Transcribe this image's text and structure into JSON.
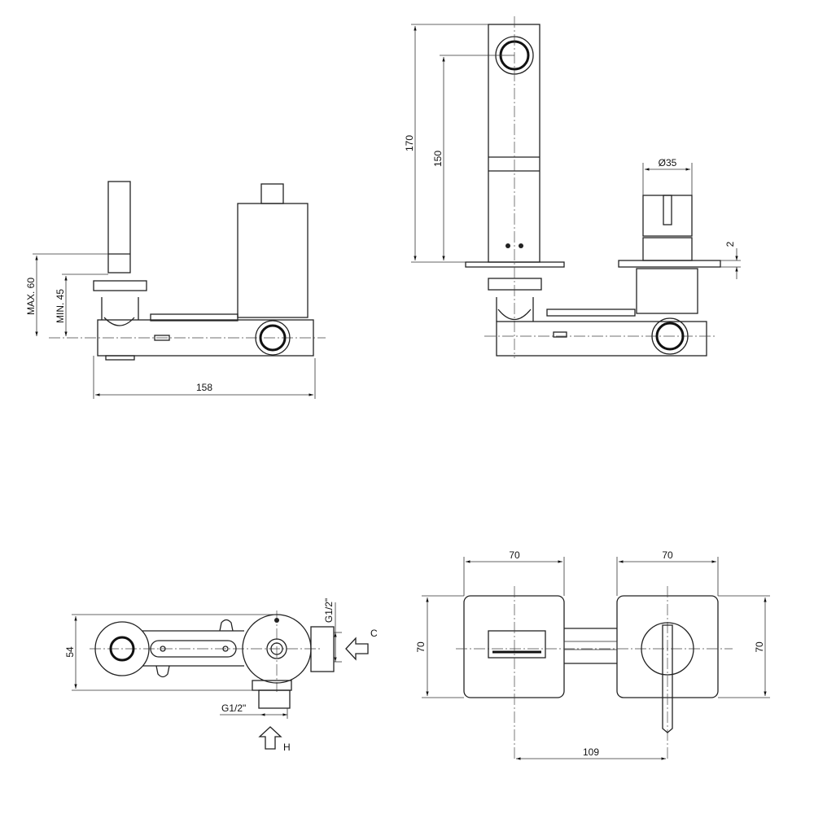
{
  "side_view": {
    "width_dim": "158",
    "max_dim": "MAX. 60",
    "min_dim": "MIN. 45"
  },
  "front_section": {
    "height_total": "170",
    "height_spout": "150",
    "handle_diameter": "Ø35",
    "plate_thickness": "2"
  },
  "top_view": {
    "depth_dim": "54",
    "cold_inlet_size": "G1/2\"",
    "hot_inlet_size": "G1/2\"",
    "cold_label": "C",
    "hot_label": "H"
  },
  "front_view": {
    "plate_width_left": "70",
    "plate_width_right": "70",
    "plate_height_left": "70",
    "plate_height_right": "70",
    "center_distance": "109"
  }
}
